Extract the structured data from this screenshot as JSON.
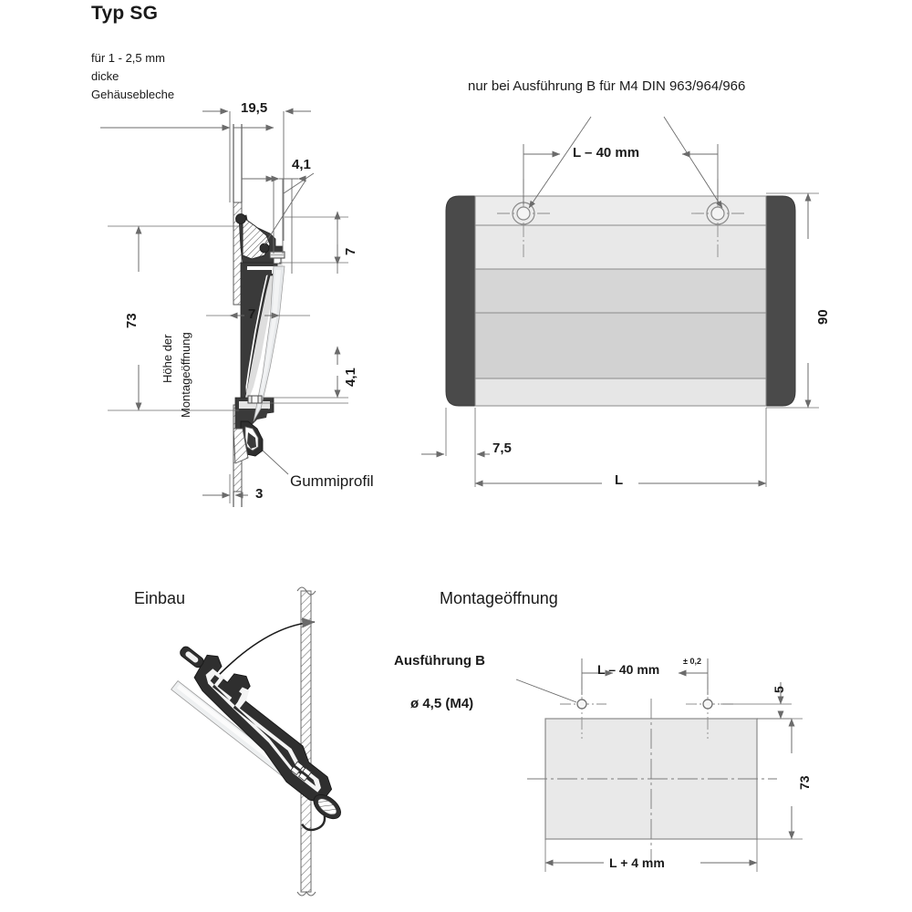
{
  "page": {
    "title": "Typ SG",
    "background": "#ffffff",
    "ink": "#1a1a1a",
    "line": "#6b6b6b",
    "profile_dark": "#3c3c3c",
    "endcap_dark": "#4a4a4a",
    "fill_light": "#ececec",
    "fill_mid": "#d8d8d8",
    "fill_pale": "#e4e4e4"
  },
  "header": {
    "title": "Typ SG",
    "subtitle_lines": [
      "für 1 - 2,5 mm",
      "dicke",
      "Gehäusebleche"
    ]
  },
  "section_cross": {
    "name": "cross-section",
    "dimensions": {
      "width_total": "19,5",
      "gap_top": "4,1",
      "flange_top": "7",
      "web": "7",
      "gap_bottom": "4,1",
      "height_opening": "73",
      "sheet_thickness": "3"
    },
    "labels": {
      "height_text_line1": "Höhe der",
      "height_text_line2": "Montageöffnung",
      "rubber": "Gummiprofil"
    }
  },
  "section_front": {
    "name": "front-view",
    "note": "nur bei Ausführung B für M4 DIN 963/964/966",
    "dimensions": {
      "hole_spacing": "L – 40 mm",
      "height": "90",
      "edge_offset": "7,5",
      "length": "L"
    }
  },
  "section_einbau": {
    "name": "installation-view",
    "title": "Einbau"
  },
  "section_opening": {
    "name": "mounting-opening",
    "title": "Montageöffnung",
    "variant_label": "Ausführung B",
    "hole_label": "ø 4,5 (M4)",
    "dimensions": {
      "hole_spacing": "L – 40 mm",
      "hole_tolerance": "± 0,2",
      "hole_edge": "5",
      "opening_height": "73",
      "opening_width": "L + 4 mm"
    }
  }
}
